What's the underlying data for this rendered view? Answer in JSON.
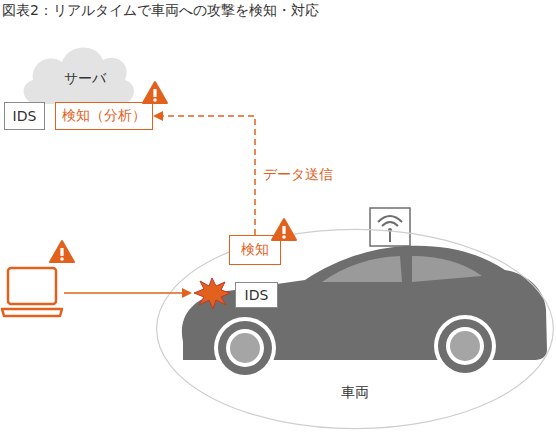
{
  "diagram": {
    "title": "図表2：リアルタイムで車両への攻撃を検知・対応",
    "nodes": [
      {
        "text": [
          "サーバ"
        ]
      },
      {
        "text": [
          "IDS"
        ],
        "in": 0
      },
      {
        "text": [
          "検知（分析）"
        ],
        "in": 0
      },
      {
        "text": [
          "車両"
        ]
      },
      {
        "text": [
          "検知"
        ],
        "in": 3
      },
      {
        "text": [
          "IDS"
        ],
        "in": 3
      }
    ],
    "edges": [
      {
        "from": 4,
        "to": 2,
        "label": "データ送信",
        "arrow": "to"
      }
    ]
  }
}
